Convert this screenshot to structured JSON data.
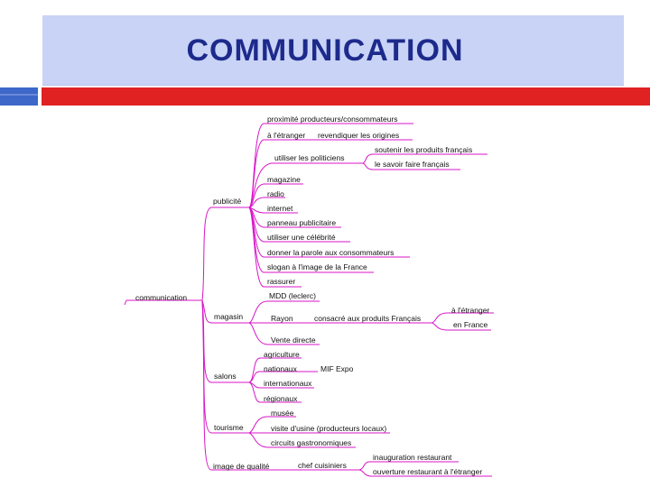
{
  "slide": {
    "title": "COMMUNICATION",
    "colors": {
      "title_bg": "#c8d3f6",
      "title_text": "#1d2a8c",
      "accent_red": "#e02222",
      "accent_blue": "#3d68c9",
      "branch": "#d816c8"
    }
  },
  "mindmap": {
    "root": "communication",
    "branches": {
      "publicite": "publicité",
      "magasin": "magasin",
      "salons": "salons",
      "tourisme": "tourisme",
      "image": "image de qualité"
    },
    "publicite_items": {
      "proximite": "proximité producteurs/consommateurs",
      "etranger": "à l'étranger",
      "revendiquer": "revendiquer les origines",
      "politiciens": "utiliser les politiciens",
      "soutenir": "soutenir les produits français",
      "savoir": "le savoir faire français",
      "magazine": "magazine",
      "radio": "radio",
      "internet": "internet",
      "panneau": "panneau publicitaire",
      "celebrite": "utiliser une célébrité",
      "parole": "donner la parole aux consommateurs",
      "slogan": "slogan à l'image de la France",
      "rassurer": "rassurer"
    },
    "magasin_items": {
      "mdd": "MDD (leclerc)",
      "rayon": "Rayon",
      "consacre": "consacré aux produits Français",
      "a_etranger": "à l'étranger",
      "en_france": "en France",
      "vente": "Vente directe"
    },
    "salons_items": {
      "agriculture": "agriculture",
      "nationaux": "nationaux",
      "mif": "MIF Expo",
      "internationaux": "internationaux",
      "regionaux": "régionaux"
    },
    "tourisme_items": {
      "musee": "musée",
      "visite": "visite d'usine (producteurs locaux)",
      "circuits": "circuits gastronomiques"
    },
    "image_items": {
      "chef": "chef cuisiniers",
      "inauguration": "inauguration restaurant",
      "ouverture": "ouverture restaurant à l'étranger"
    }
  }
}
